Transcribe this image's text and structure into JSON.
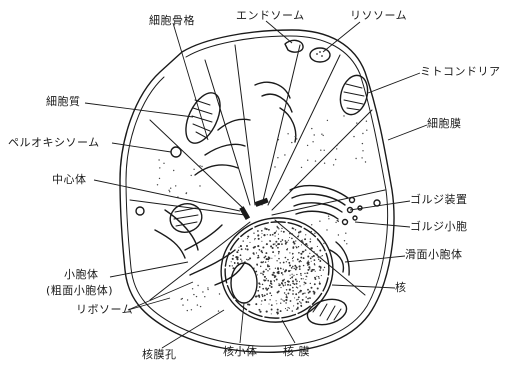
{
  "labels": {
    "cytoskeleton": "細胞骨格",
    "endosome": "エンドソーム",
    "lysosome": "リソソーム",
    "mitochondria": "ミトコンドリア",
    "cytoplasm": "細胞質",
    "cell_membrane": "細胞膜",
    "peroxisome": "ペルオキシソーム",
    "centrosome": "中心体",
    "golgi_apparatus": "ゴルジ装置",
    "golgi_vesicle": "ゴルジ小胞",
    "smooth_vesicle": "滑面小胞体",
    "vesicle": "小胞体",
    "rough_er": "(粗面小胞体)",
    "ribosome": "リボソーム",
    "nucleus": "核",
    "nuclear_pore": "核膜孔",
    "nucleolus": "核小体",
    "nuclear_membrane": "核 膜"
  }
}
